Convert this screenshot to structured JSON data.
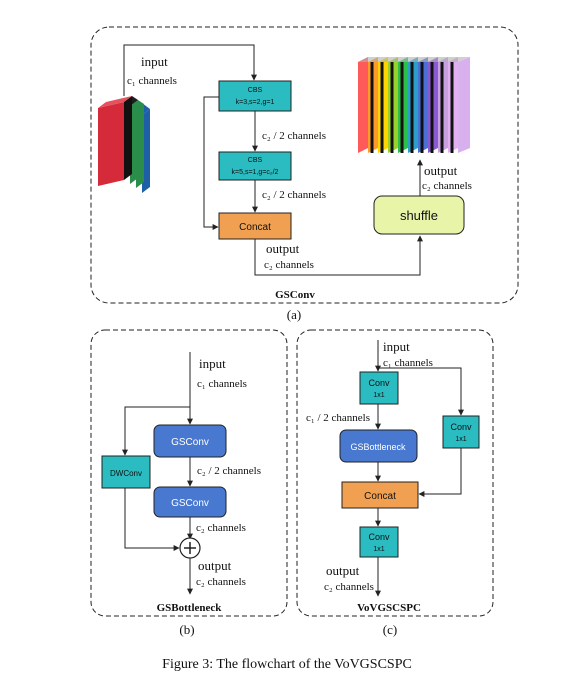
{
  "colors": {
    "teal": "#2abcc0",
    "orange": "#f0a050",
    "blue": "#4878d0",
    "shuffle": "#e8f5a8"
  },
  "panel_a": {
    "title": "GSConv",
    "caption": "(a)",
    "input_label": "input",
    "input_channels": "c₁ channels",
    "cbs1_title": "CBS",
    "cbs1_params": "k=3,s=2,g=1",
    "cbs2_title": "CBS",
    "cbs2_params": "k=5,s=1,g=c₂/2",
    "half1_label": "c₂ / 2 channels",
    "half2_label": "c₂ / 2 channels",
    "concat_label": "Concat",
    "output1_label": "output",
    "output1_channels": "c₂ channels",
    "shuffle_label": "shuffle",
    "output2_label": "output",
    "output2_channels": "c₂ channels"
  },
  "panel_b": {
    "title": "GSBottleneck",
    "caption": "(b)",
    "input_label": "input",
    "input_channels": "c₁ channels",
    "dwconv_label": "DWConv",
    "gsconv1_label": "GSConv",
    "half_label": "c₂ / 2 channels",
    "gsconv2_label": "GSConv",
    "c2_label": "c₂ channels",
    "output_label": "output",
    "output_channels": "c₂ channels"
  },
  "panel_c": {
    "title": "VoVGSCSPC",
    "caption": "(c)",
    "input_label": "input",
    "input_channels": "c₁ channels",
    "conv1_title": "Conv",
    "conv1_sub": "1x1",
    "conv2_title": "Conv",
    "conv2_sub": "1x1",
    "half_label": "c₁ / 2  channels",
    "gsbottleneck_label": "GSBottleneck",
    "concat_label": "Concat",
    "conv3_title": "Conv",
    "conv3_sub": "1x1",
    "output_label": "output",
    "output_channels": "c₂ channels"
  },
  "figure_caption": "Figure 3: The flowchart of the VoVGSCSPC"
}
